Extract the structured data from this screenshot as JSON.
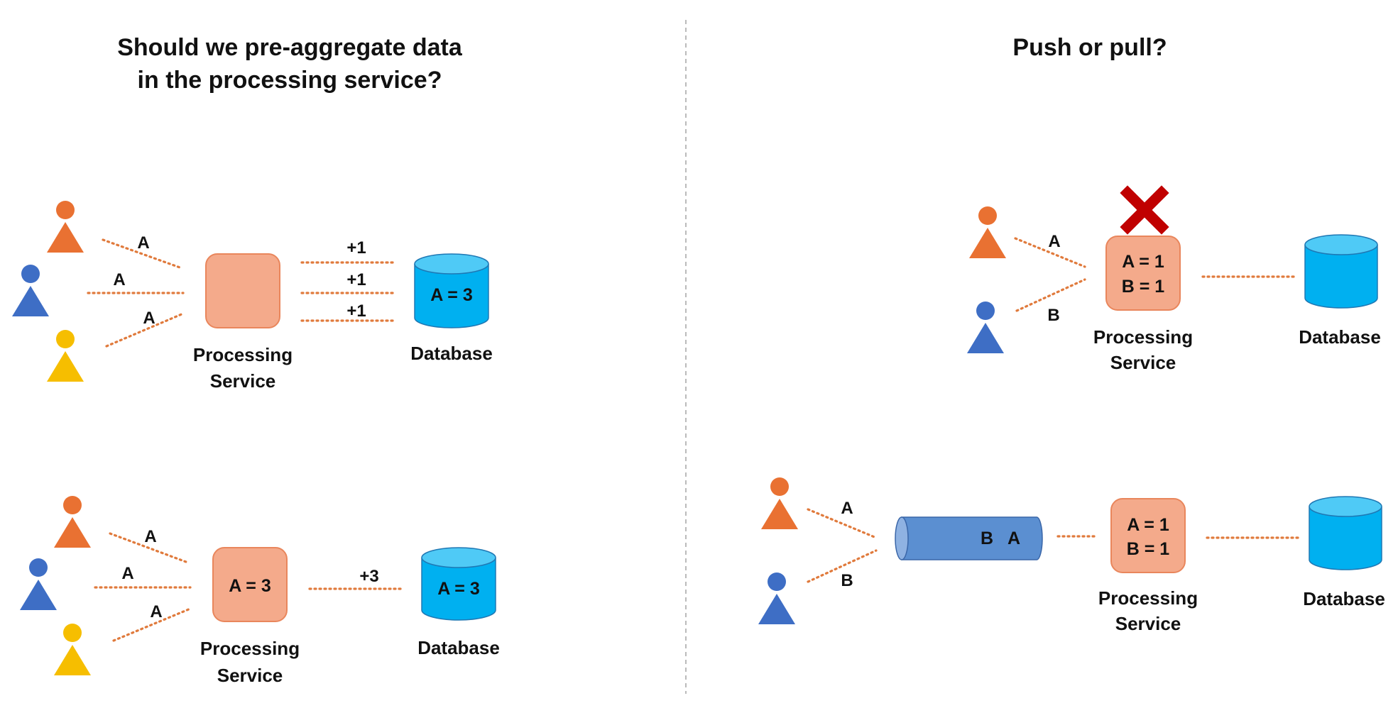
{
  "left_panel": {
    "title_line1": "Should we pre-aggregate data",
    "title_line2": "in the processing service?",
    "diagram_top": {
      "edge_labels": [
        "A",
        "A",
        "A"
      ],
      "db_edge_labels": [
        "+1",
        "+1",
        "+1"
      ],
      "service_line1": "Processing",
      "service_line2": "Service",
      "database_label": "Database",
      "database_value": "A = 3"
    },
    "diagram_bottom": {
      "edge_labels": [
        "A",
        "A",
        "A"
      ],
      "db_edge_label": "+3",
      "service_value": "A = 3",
      "service_line1": "Processing",
      "service_line2": "Service",
      "database_label": "Database",
      "database_value": "A = 3"
    }
  },
  "right_panel": {
    "title": "Push or pull?",
    "diagram_top": {
      "edge_labels": [
        "A",
        "B"
      ],
      "service_value_line1": "A = 1",
      "service_value_line2": "B = 1",
      "service_line1": "Processing",
      "service_line2": "Service",
      "database_label": "Database",
      "status_icon": "red-x-icon"
    },
    "diagram_bottom": {
      "edge_labels": [
        "A",
        "B"
      ],
      "queue_item_1": "B",
      "queue_item_2": "A",
      "service_value_line1": "A = 1",
      "service_value_line2": "B = 1",
      "service_line1": "Processing",
      "service_line2": "Service",
      "database_label": "Database"
    }
  },
  "colors": {
    "user_orange": "#E97132",
    "user_blue": "#3E6EC5",
    "user_yellow": "#F6BE00",
    "service_fill": "#F4AA8B",
    "service_border": "#E9865C",
    "database_fill": "#00B0F0",
    "database_top": "#4FCAF6",
    "queue_fill": "#5B8FD1",
    "connector": "#E07A3C",
    "error_x": "#C00000",
    "divider": "#BBBBBB"
  }
}
